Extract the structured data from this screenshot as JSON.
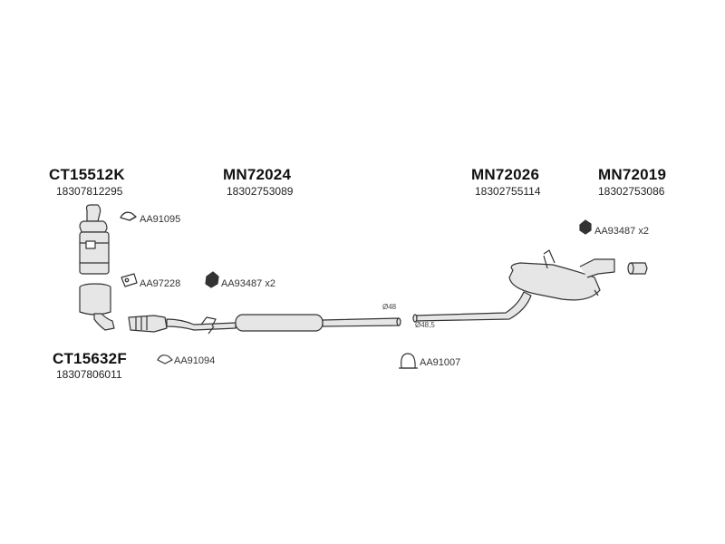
{
  "parts": {
    "ct15512k": {
      "code": "CT15512K",
      "number": "18307812295"
    },
    "mn72024": {
      "code": "MN72024",
      "number": "18302753089"
    },
    "mn72026": {
      "code": "MN72026",
      "number": "18302755114"
    },
    "mn72019": {
      "code": "MN72019",
      "number": "18302753086"
    },
    "ct15632f": {
      "code": "CT15632F",
      "number": "18307806011"
    }
  },
  "accessories": {
    "aa91095": "AA91095",
    "aa97228": "AA97228",
    "aa93487_left": "AA93487 x2",
    "aa93487_right": "AA93487 x2",
    "aa91094": "AA91094",
    "aa91007": "AA91007"
  },
  "dimensions": {
    "d48": "Ø48",
    "d48_5": "Ø48,5"
  },
  "colors": {
    "line": "#333333",
    "fill": "#e6e6e6",
    "dark": "#222222"
  }
}
